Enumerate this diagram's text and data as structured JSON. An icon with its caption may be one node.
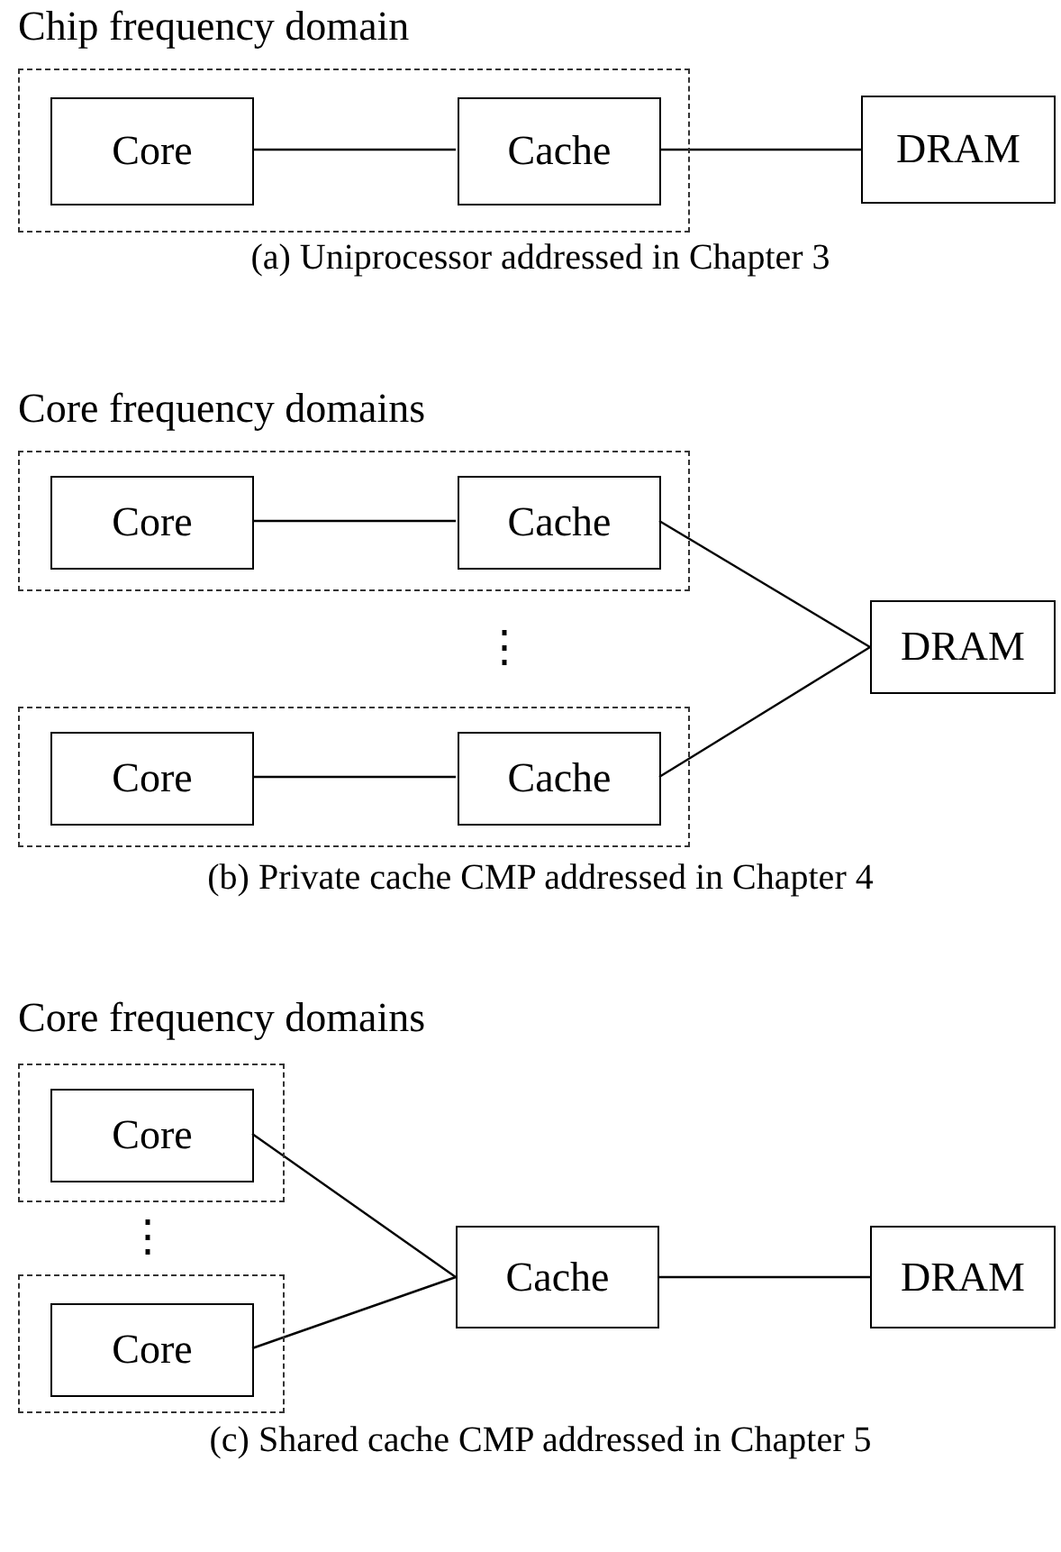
{
  "diagram": {
    "nodes": [
      {
        "text": [],
        "shape": "box"
      },
      {
        "text": [
          "Core"
        ],
        "in": 0
      },
      {
        "text": [
          "Cache"
        ],
        "in": 0
      },
      {
        "text": [
          "DRAM"
        ]
      },
      {
        "text": [],
        "shape": "box"
      },
      {
        "text": [
          "Core"
        ],
        "in": 4
      },
      {
        "text": [
          "Cache"
        ],
        "in": 4
      },
      {
        "text": [],
        "shape": "box"
      },
      {
        "text": [
          "Core"
        ],
        "in": 7
      },
      {
        "text": [
          "Cache"
        ],
        "in": 7
      },
      {
        "text": [
          "DRAM"
        ]
      },
      {
        "text": [],
        "shape": "box"
      },
      {
        "text": [
          "Core"
        ],
        "in": 11
      },
      {
        "text": [],
        "shape": "box"
      },
      {
        "text": [
          "Core"
        ],
        "in": 13
      },
      {
        "text": [
          "Cache"
        ]
      },
      {
        "text": [
          "DRAM"
        ]
      }
    ],
    "edges": [
      {
        "from": 1,
        "to": 2,
        "arrow": "none"
      },
      {
        "from": 2,
        "to": 3,
        "arrow": "none"
      },
      {
        "from": 5,
        "to": 6,
        "arrow": "none"
      },
      {
        "from": 6,
        "to": 10,
        "arrow": "none"
      },
      {
        "from": 8,
        "to": 9,
        "arrow": "none"
      },
      {
        "from": 9,
        "to": 10,
        "arrow": "none"
      },
      {
        "from": 12,
        "to": 15,
        "arrow": "none"
      },
      {
        "from": 14,
        "to": 15,
        "arrow": "none"
      },
      {
        "from": 15,
        "to": 16,
        "arrow": "none"
      }
    ],
    "labels": [
      "Chip frequency domain",
      "(a) Uniprocessor addressed in Chapter 3",
      "Core frequency domains",
      "⋮",
      "(b) Private cache CMP addressed in Chapter 4",
      "Core frequency domains",
      "⋮",
      "(c) Shared cache CMP addressed in Chapter 5"
    ]
  }
}
